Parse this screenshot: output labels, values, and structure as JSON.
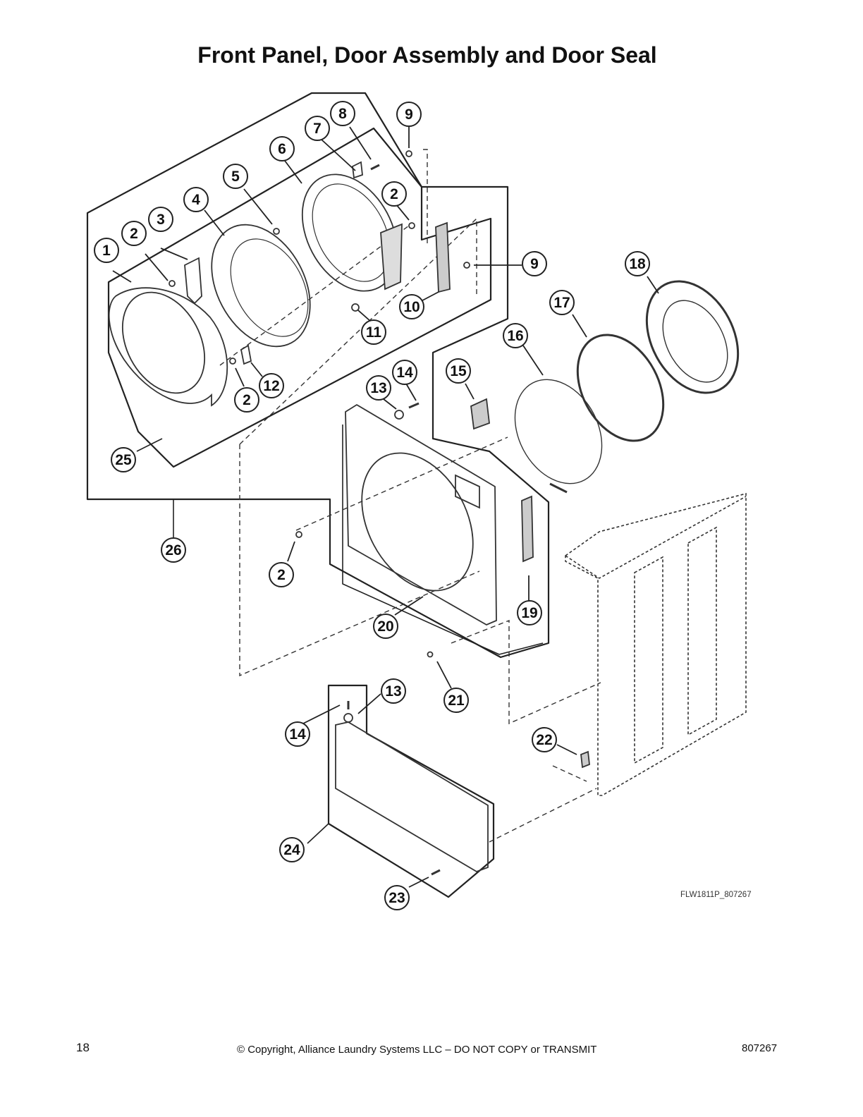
{
  "title": "Front Panel, Door Assembly and Door Seal",
  "figure_code": "FLW1811P_807267",
  "callouts": [
    "1",
    "2",
    "3",
    "4",
    "5",
    "6",
    "7",
    "8",
    "9",
    "2",
    "9",
    "10",
    "11",
    "12",
    "2",
    "13",
    "14",
    "15",
    "16",
    "17",
    "18",
    "25",
    "26",
    "2",
    "20",
    "19",
    "21",
    "13",
    "14",
    "22",
    "24",
    "23"
  ],
  "footer": {
    "page_number": "18",
    "copyright": "© Copyright, Alliance Laundry Systems LLC – DO NOT COPY or TRANSMIT",
    "doc_number": "807267"
  }
}
